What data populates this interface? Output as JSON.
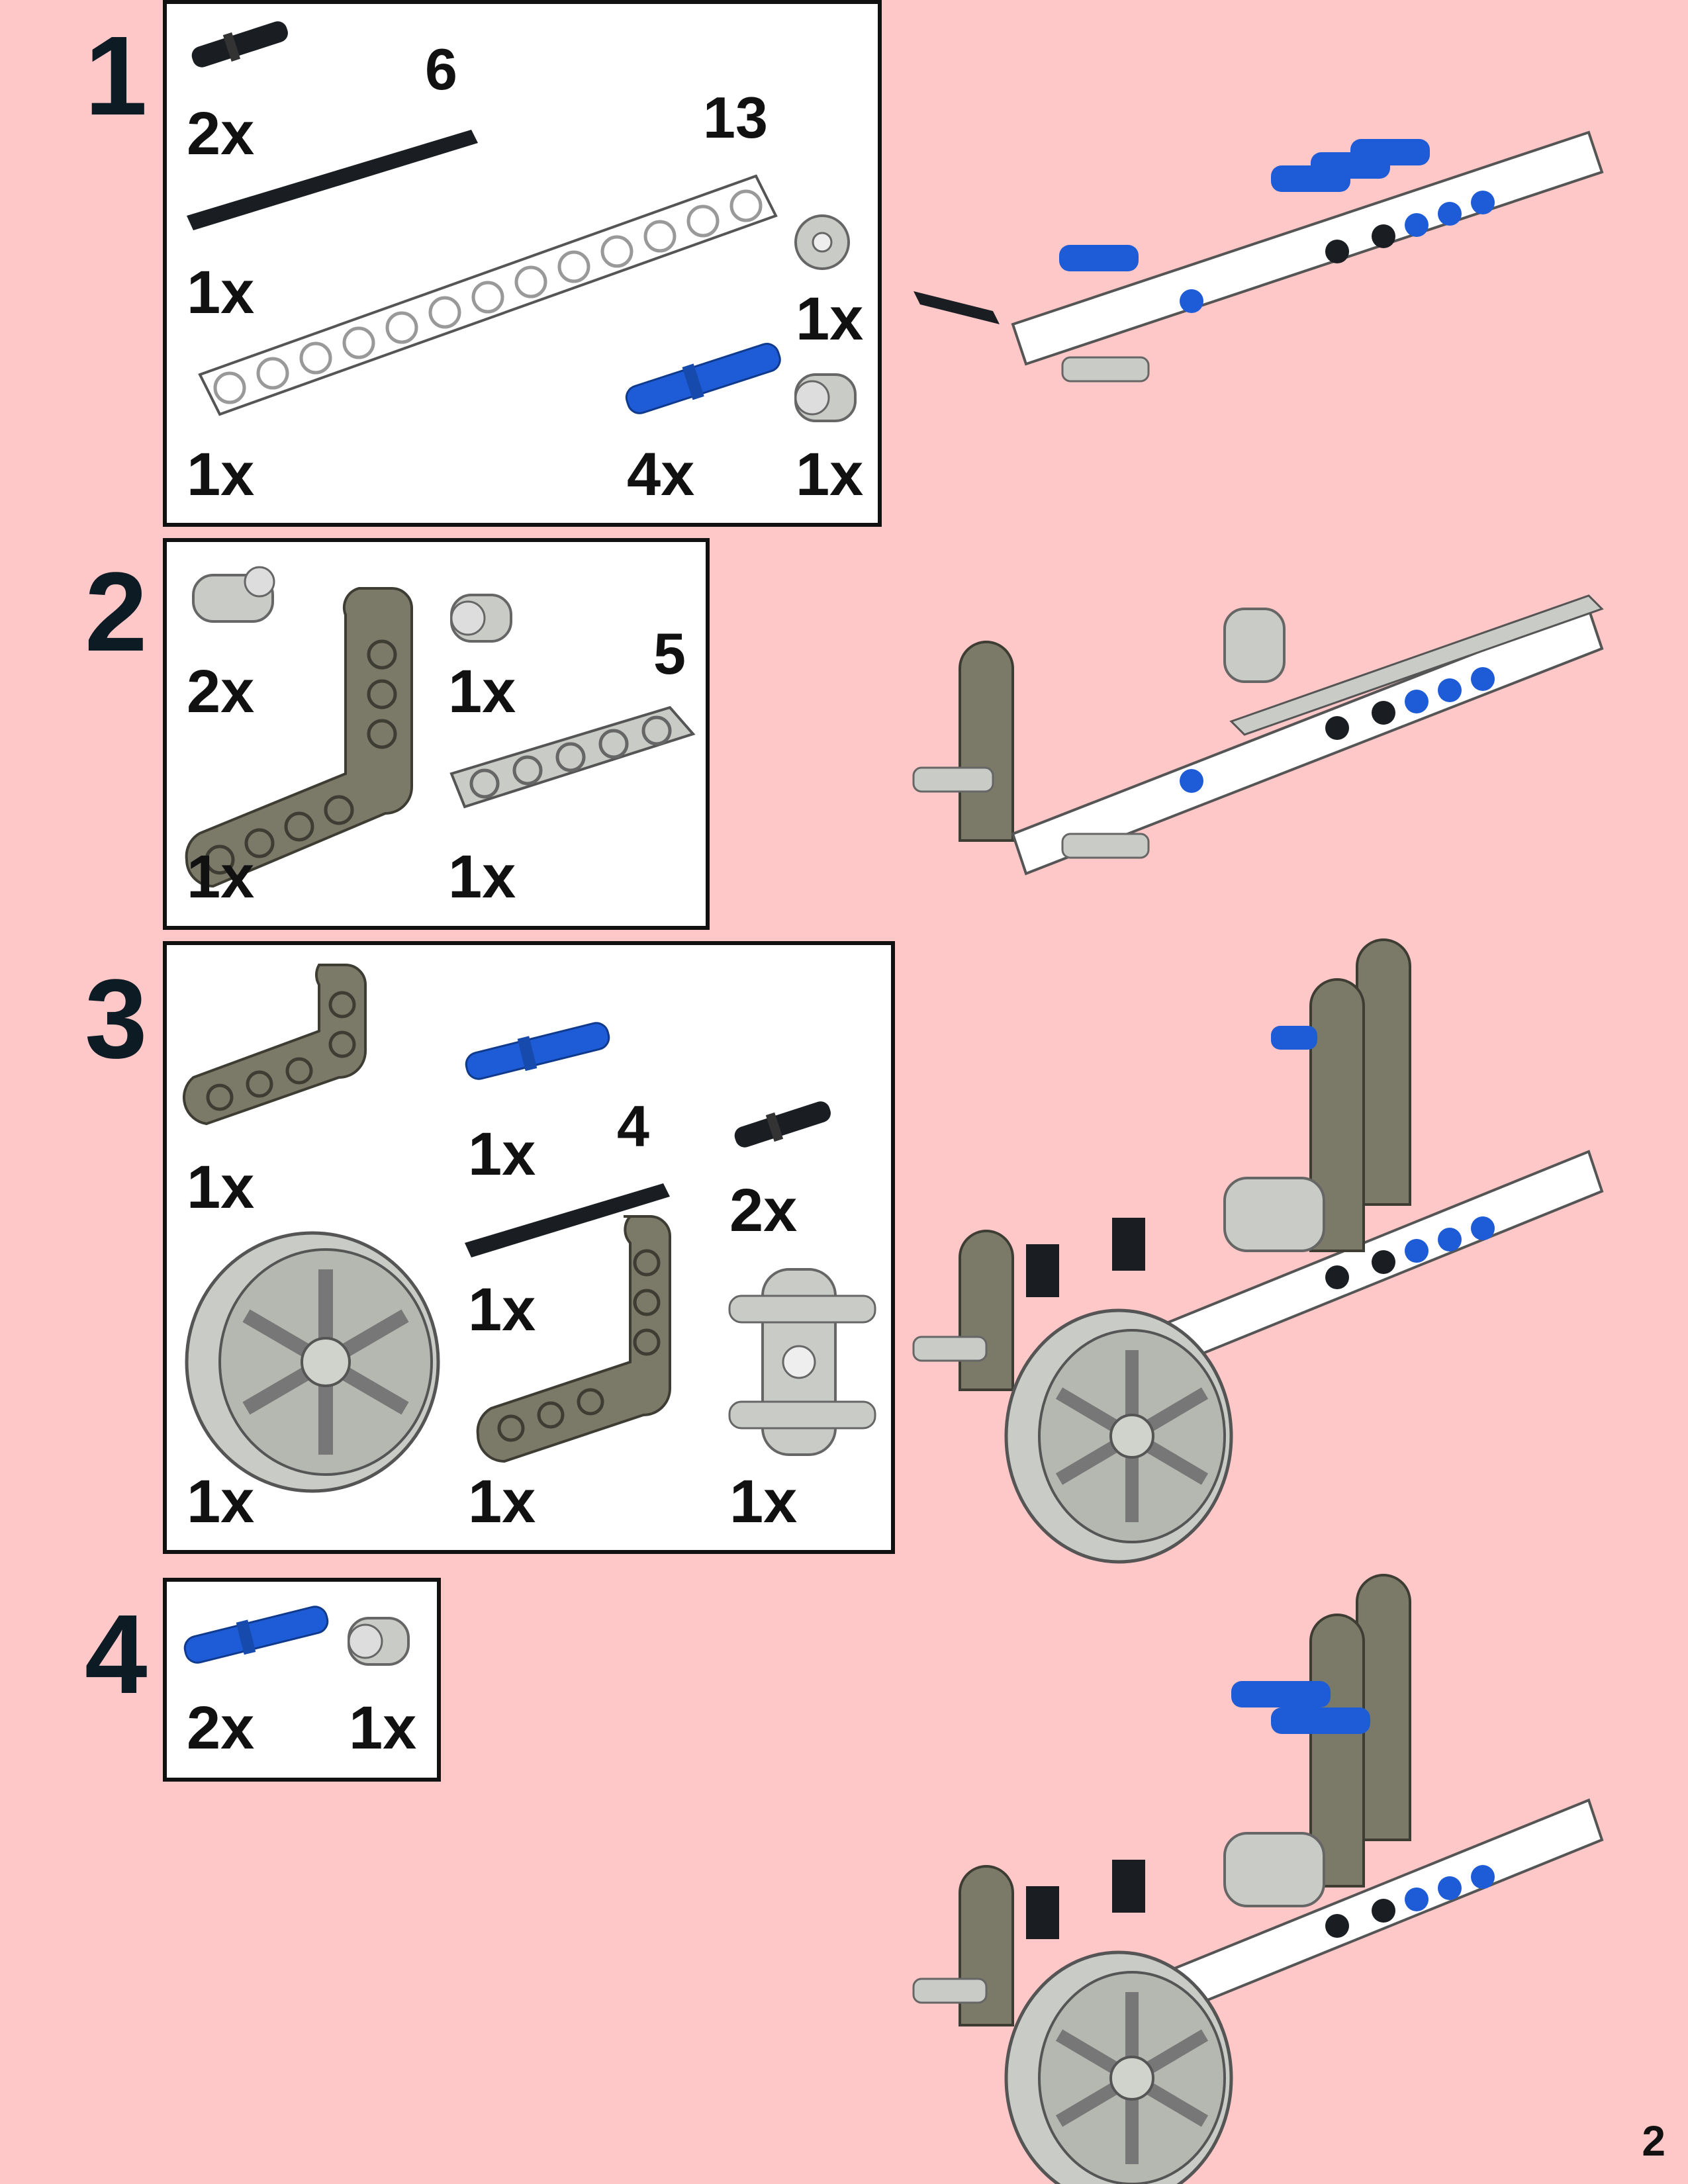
{
  "page_number": "2",
  "colors": {
    "background": "#ffc8c8",
    "white_beam": "#ffffff",
    "dark_gray": "#7b7a68",
    "light_gray": "#c9cbc6",
    "blue": "#1e5bd6",
    "black": "#1a1e22"
  },
  "steps": [
    {
      "number": "1",
      "lengths": [
        "6",
        "13"
      ],
      "quantities": [
        "2x",
        "1x",
        "1x",
        "1x",
        "4x",
        "1x"
      ]
    },
    {
      "number": "2",
      "lengths": [
        "5"
      ],
      "quantities": [
        "2x",
        "1x",
        "1x",
        "1x"
      ]
    },
    {
      "number": "3",
      "lengths": [
        "4"
      ],
      "quantities": [
        "1x",
        "1x",
        "2x",
        "1x",
        "1x",
        "1x",
        "1x"
      ]
    },
    {
      "number": "4",
      "lengths": [],
      "quantities": [
        "2x",
        "1x"
      ]
    }
  ]
}
